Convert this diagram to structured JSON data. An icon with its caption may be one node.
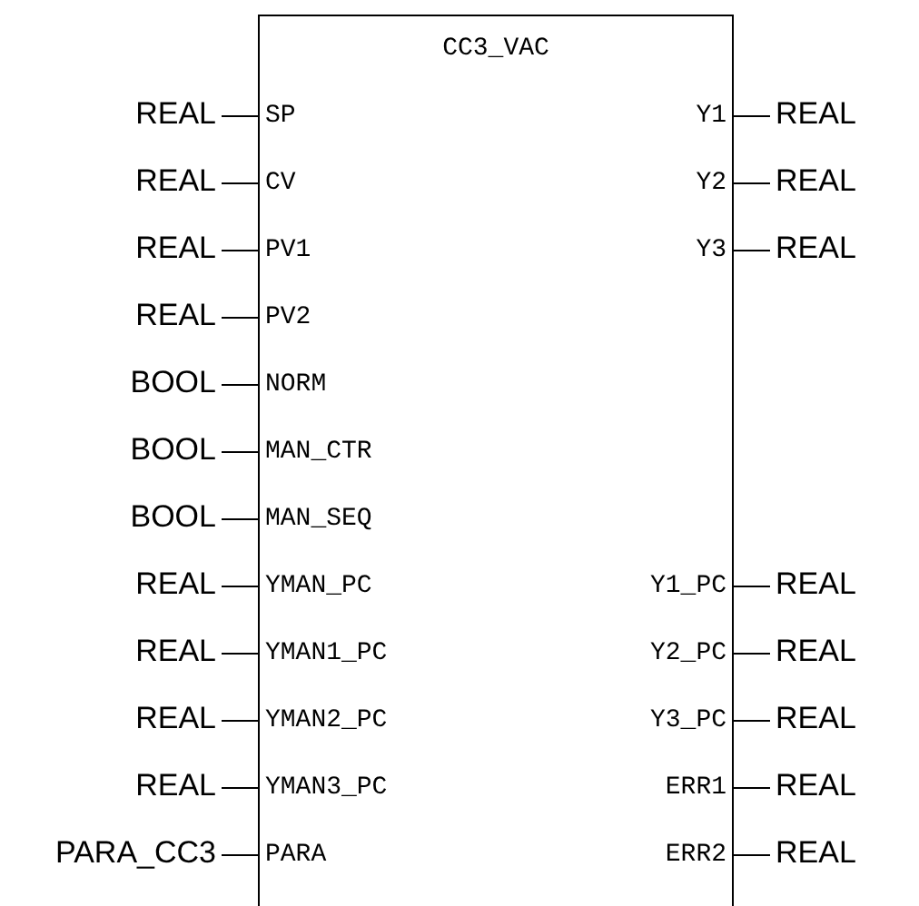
{
  "diagram": {
    "nodes": [
      {
        "text": [
          "CC3_VAC"
        ]
      },
      {
        "text": [
          "REAL"
        ]
      },
      {
        "text": [
          "SP"
        ],
        "in": 0
      },
      {
        "text": [
          "Y1"
        ],
        "in": 0
      },
      {
        "text": [
          "REAL"
        ]
      },
      {
        "text": [
          "REAL"
        ]
      },
      {
        "text": [
          "CV"
        ],
        "in": 0
      },
      {
        "text": [
          "Y2"
        ],
        "in": 0
      },
      {
        "text": [
          "REAL"
        ]
      },
      {
        "text": [
          "REAL"
        ]
      },
      {
        "text": [
          "PV1"
        ],
        "in": 0
      },
      {
        "text": [
          "Y3"
        ],
        "in": 0
      },
      {
        "text": [
          "REAL"
        ]
      },
      {
        "text": [
          "REAL"
        ]
      },
      {
        "text": [
          "PV2"
        ],
        "in": 0
      },
      {
        "text": [
          "BOOL"
        ]
      },
      {
        "text": [
          "NORM"
        ],
        "in": 0
      },
      {
        "text": [
          "BOOL"
        ]
      },
      {
        "text": [
          "MAN_CTR"
        ],
        "in": 0
      },
      {
        "text": [
          "BOOL"
        ]
      },
      {
        "text": [
          "MAN_SEQ"
        ],
        "in": 0
      },
      {
        "text": [
          "REAL"
        ]
      },
      {
        "text": [
          "YMAN_PC"
        ],
        "in": 0
      },
      {
        "text": [
          "Y1_PC"
        ],
        "in": 0
      },
      {
        "text": [
          "REAL"
        ]
      },
      {
        "text": [
          "REAL"
        ]
      },
      {
        "text": [
          "YMAN1_PC"
        ],
        "in": 0
      },
      {
        "text": [
          "Y2_PC"
        ],
        "in": 0
      },
      {
        "text": [
          "REAL"
        ]
      },
      {
        "text": [
          "REAL"
        ]
      },
      {
        "text": [
          "YMAN2_PC"
        ],
        "in": 0
      },
      {
        "text": [
          "Y3_PC"
        ],
        "in": 0
      },
      {
        "text": [
          "REAL"
        ]
      },
      {
        "text": [
          "REAL"
        ]
      },
      {
        "text": [
          "YMAN3_PC"
        ],
        "in": 0
      },
      {
        "text": [
          "ERR1"
        ],
        "in": 0
      },
      {
        "text": [
          "REAL"
        ]
      },
      {
        "text": [
          "PARA_CC3"
        ]
      },
      {
        "text": [
          "PARA"
        ],
        "in": 0
      },
      {
        "text": [
          "ERR2"
        ],
        "in": 0
      },
      {
        "text": [
          "REAL"
        ]
      }
    ],
    "edges": [
      {
        "from": 1,
        "to": 2,
        "arrow": "none"
      },
      {
        "from": 3,
        "to": 4,
        "arrow": "none"
      },
      {
        "from": 5,
        "to": 6,
        "arrow": "none"
      },
      {
        "from": 7,
        "to": 8,
        "arrow": "none"
      },
      {
        "from": 9,
        "to": 10,
        "arrow": "none"
      },
      {
        "from": 11,
        "to": 12,
        "arrow": "none"
      },
      {
        "from": 13,
        "to": 14,
        "arrow": "none"
      },
      {
        "from": 15,
        "to": 16,
        "arrow": "none"
      },
      {
        "from": 17,
        "to": 18,
        "arrow": "none"
      },
      {
        "from": 19,
        "to": 20,
        "arrow": "none"
      },
      {
        "from": 21,
        "to": 22,
        "arrow": "none"
      },
      {
        "from": 23,
        "to": 24,
        "arrow": "none"
      },
      {
        "from": 25,
        "to": 26,
        "arrow": "none"
      },
      {
        "from": 27,
        "to": 28,
        "arrow": "none"
      },
      {
        "from": 29,
        "to": 30,
        "arrow": "none"
      },
      {
        "from": 31,
        "to": 32,
        "arrow": "none"
      },
      {
        "from": 33,
        "to": 34,
        "arrow": "none"
      },
      {
        "from": 35,
        "to": 36,
        "arrow": "none"
      },
      {
        "from": 37,
        "to": 38,
        "arrow": "none"
      },
      {
        "from": 39,
        "to": 40,
        "arrow": "none"
      }
    ]
  }
}
